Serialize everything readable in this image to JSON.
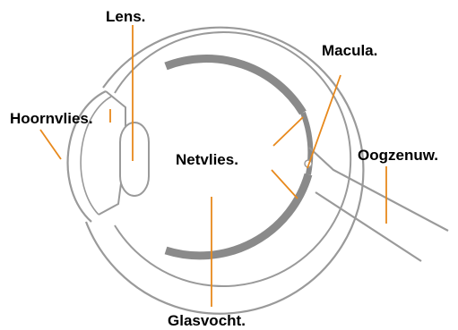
{
  "labels": {
    "lens": "Lens.",
    "cornea": "Hoornvlies.",
    "macula": "Macula.",
    "retina": "Netvlies.",
    "optic_nerve": "Oogzenuw.",
    "vitreous": "Glasvocht."
  },
  "colors": {
    "outline": "#9a9a9a",
    "retina_band": "#8a8a8a",
    "leader": "#e8891c",
    "text": "#000000",
    "background": "#ffffff"
  }
}
